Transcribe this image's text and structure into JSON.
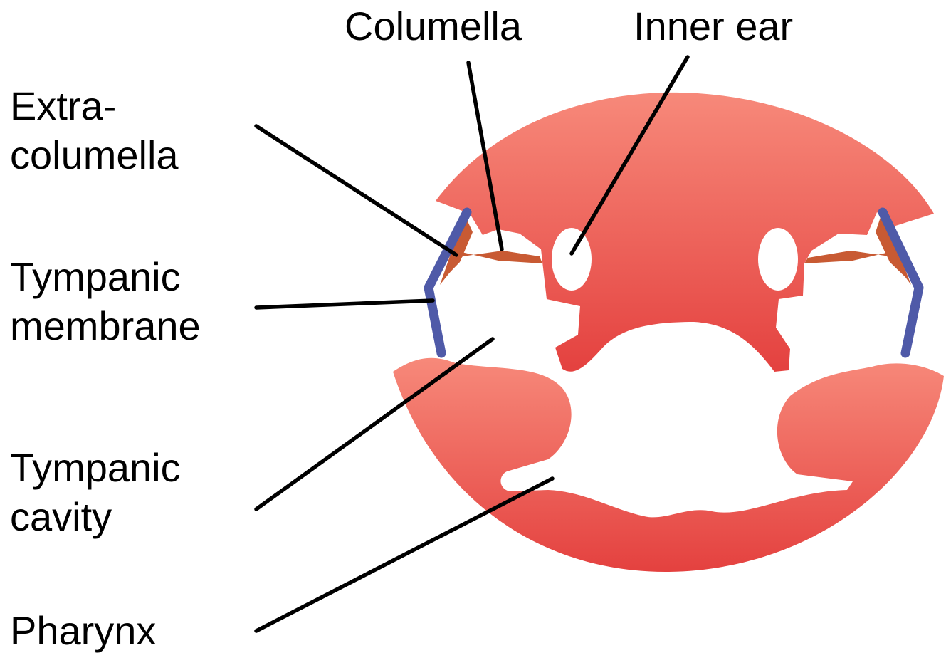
{
  "labels": {
    "columella": "Columella",
    "inner_ear": "Inner ear",
    "extracolumella_line1": "Extra-",
    "extracolumella_line2": "columella",
    "tympanic_membrane_line1": "Tympanic",
    "tympanic_membrane_line2": "membrane",
    "tympanic_cavity_line1": "Tympanic",
    "tympanic_cavity_line2": "cavity",
    "pharynx": "Pharynx"
  },
  "colors": {
    "tissue_top": "#f7897a",
    "tissue_bottom": "#e4413f",
    "columella": "#c85a33",
    "tympanic_membrane": "#4f5aa8",
    "cavity": "#ffffff",
    "leader_lines": "#000000",
    "text": "#000000"
  }
}
